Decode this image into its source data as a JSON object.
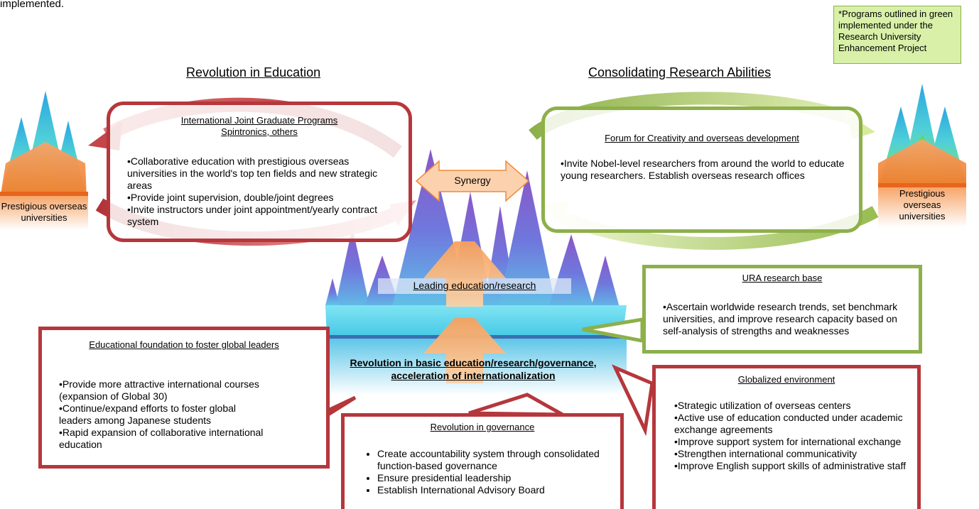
{
  "header": {
    "top_left_fragment": "implemented."
  },
  "note": {
    "text": "*Programs outlined in green implemented under the Research University Enhancement Project"
  },
  "headings": {
    "education": "Revolution in Education",
    "research": "Consolidating Research Abilities"
  },
  "left_university": {
    "label": "Prestigious overseas universities"
  },
  "right_university": {
    "label": "Prestigious overseas universities"
  },
  "joint_programs": {
    "title_line1": "International Joint Graduate Programs",
    "title_line2": "Spintronics, others",
    "items": [
      "•Collaborative education with prestigious overseas universities in the world's top ten fields and new strategic areas",
      "•Provide joint supervision, double/joint degrees",
      "•Invite instructors under joint appointment/yearly contract system"
    ]
  },
  "forum": {
    "title": "Forum for Creativity and overseas development",
    "items": [
      "•Invite Nobel-level researchers from around the world to educate young researchers. Establish overseas research offices"
    ]
  },
  "synergy": {
    "label": "Synergy"
  },
  "center": {
    "leading": "Leading education/research",
    "revolution": "Revolution in basic education/research/governance, acceleration of internationalization"
  },
  "ura": {
    "title": "URA research base",
    "items": [
      "•Ascertain worldwide research trends, set benchmark universities, and improve research capacity based on self-analysis of strengths and weaknesses"
    ]
  },
  "educational_foundation": {
    "title": "Educational foundation to foster global leaders",
    "items": [
      "•Provide more attractive international courses (expansion of Global 30)",
      "•Continue/expand efforts to foster global leaders among Japanese students",
      "•Rapid expansion of collaborative international education"
    ]
  },
  "governance": {
    "title": "Revolution in governance",
    "items": [
      "Create accountability system through consolidated function-based governance",
      "Ensure presidential leadership",
      "Establish International Advisory Board"
    ]
  },
  "globalized": {
    "title": "Globalized environment",
    "items": [
      "•Strategic utilization of overseas centers",
      "•Active use of education conducted under academic exchange agreements",
      "•Improve support system for international exchange",
      "•Strengthen international communicativity",
      "•Improve English support skills of administrative staff"
    ]
  },
  "colors": {
    "red_outline": "#b5373c",
    "green_outline": "#8db04a",
    "note_fill": "#d8f0a8",
    "synergy_fill": "#fcd2ae",
    "orange": "#f79646"
  }
}
